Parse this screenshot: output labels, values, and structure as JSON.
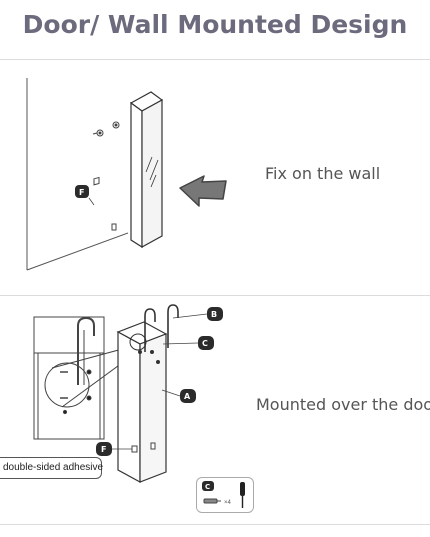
{
  "title": "Door/ Wall Mounted Design",
  "wall_label": "Fix on the wall",
  "door_label": "Mounted over the door",
  "adhesive_label": "double-sided adhesive",
  "kit_quantity": "×4",
  "badges": {
    "a": "A",
    "b": "B",
    "c": "C",
    "f": "F"
  }
}
